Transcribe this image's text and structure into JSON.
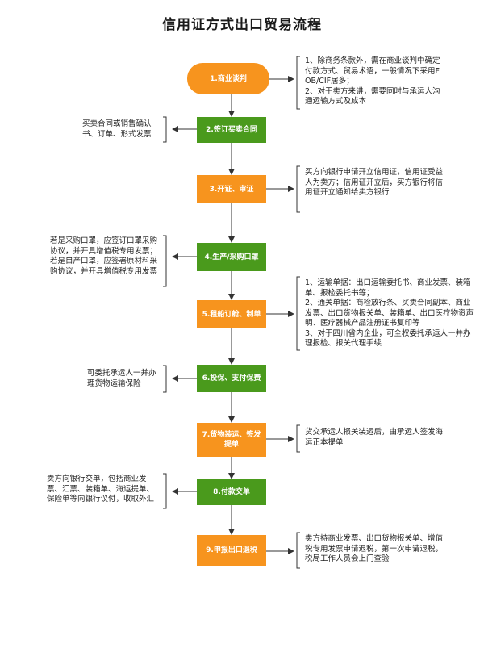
{
  "title": "信用证方式出口贸易流程",
  "steps": [
    {
      "label": "1.商业谈判",
      "color": "#f7941e"
    },
    {
      "label": "2.签订买卖合同",
      "color": "#4a9a1c"
    },
    {
      "label": "3.开证、审证",
      "color": "#f7941e"
    },
    {
      "label": "4.生产/采购口罩",
      "color": "#4a9a1c"
    },
    {
      "label": "5.租船订舱、制单",
      "color": "#f7941e"
    },
    {
      "label": "6.投保、支付保费",
      "color": "#4a9a1c"
    },
    {
      "label": "7.货物装运、签发提单",
      "color": "#f7941e"
    },
    {
      "label": "8.付款交单",
      "color": "#4a9a1c"
    },
    {
      "label": "9.申报出口退税",
      "color": "#f7941e"
    }
  ],
  "notes": {
    "n1": "1、除商务条款外，需在商业谈判中确定付款方式、贸易术语，一般情况下采用FOB/CIF居多；\n2、对于卖方来讲，需要同时与承运人沟通运输方式及成本",
    "n2": "买卖合同或销售确认书、订单、形式发票",
    "n3": "买方向银行申请开立信用证，信用证受益人为卖方；信用证开立后，买方银行将信用证开立通知给卖方银行",
    "n4": "若是采购口罩，应签订口罩采购协议，并开具增值税专用发票；若是自产口罩，应签署原材料采购协议，并开具增值税专用发票",
    "n5": "1、运输单据：出口运输委托书、商业发票、装箱单、报检委托书等；\n2、通关单据：商检放行条、买卖合同副本、商业发票、出口货物报关单、装箱单、出口医疗物资声明、医疗器械产品注册证书复印等\n3、对于四川省内企业，可全权委托承运人一并办理报检、报关代理手续",
    "n6": "可委托承运人一并办理货物运输保险",
    "n7": "货交承运人报关装运后，由承运人签发海运正本提单",
    "n8": "卖方向银行交单，包括商业发票、汇票、装箱单、海运提单、保险单等向银行议付，收取外汇",
    "n9": "卖方持商业发票、出口货物报关单、增值税专用发票申请退税，第一次申请退税，税局工作人员会上门查验"
  }
}
